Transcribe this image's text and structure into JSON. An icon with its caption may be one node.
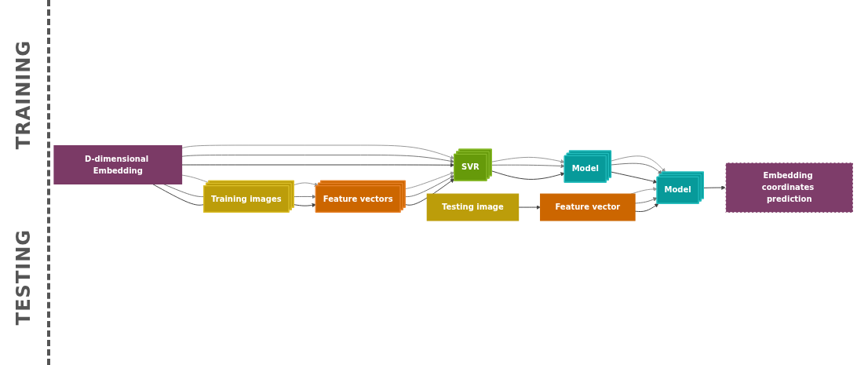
{
  "diagram": {
    "nodes": [
      {
        "text": [
          "D-dimensional Embedding"
        ]
      },
      {
        "text": [
          "Training images"
        ]
      },
      {
        "text": [
          "Feature vectors"
        ]
      },
      {
        "text": [
          "SVR"
        ]
      },
      {
        "text": [
          "Model"
        ]
      },
      {
        "text": [
          "Testing image"
        ]
      },
      {
        "text": [
          "Feature vector"
        ]
      },
      {
        "text": [
          "Model"
        ]
      },
      {
        "text": [
          "Embedding coordinates prediction"
        ]
      }
    ],
    "edges": [
      {
        "from": 0,
        "to": 1,
        "arrow": "none",
        "color": "#999999"
      },
      {
        "from": 0,
        "to": 1,
        "arrow": "none",
        "color": "#777777"
      },
      {
        "from": 0,
        "to": 1,
        "arrow": "none",
        "color": "#444444"
      },
      {
        "from": 1,
        "to": 2,
        "arrow": "to",
        "color": "#999999"
      },
      {
        "from": 1,
        "to": 2,
        "arrow": "to",
        "color": "#777777"
      },
      {
        "from": 1,
        "to": 2,
        "arrow": "to",
        "color": "#444444"
      },
      {
        "from": 0,
        "to": 3,
        "arrow": "to",
        "color": "#999999"
      },
      {
        "from": 0,
        "to": 3,
        "arrow": "to",
        "color": "#777777"
      },
      {
        "from": 0,
        "to": 3,
        "arrow": "to",
        "color": "#444444"
      },
      {
        "from": 2,
        "to": 3,
        "arrow": "to",
        "color": "#999999"
      },
      {
        "from": 2,
        "to": 3,
        "arrow": "to",
        "color": "#777777"
      },
      {
        "from": 2,
        "to": 3,
        "arrow": "to",
        "color": "#444444"
      },
      {
        "from": 3,
        "to": 4,
        "arrow": "to",
        "color": "#999999"
      },
      {
        "from": 3,
        "to": 4,
        "arrow": "to",
        "color": "#777777"
      },
      {
        "from": 3,
        "to": 4,
        "arrow": "to",
        "color": "#444444"
      },
      {
        "from": 4,
        "to": 7,
        "arrow": "to",
        "color": "#999999"
      },
      {
        "from": 4,
        "to": 7,
        "arrow": "to",
        "color": "#777777"
      },
      {
        "from": 4,
        "to": 7,
        "arrow": "to",
        "color": "#444444"
      },
      {
        "from": 5,
        "to": 6,
        "arrow": "to",
        "color": "#444444"
      },
      {
        "from": 6,
        "to": 7,
        "arrow": "to",
        "color": "#999999"
      },
      {
        "from": 6,
        "to": 7,
        "arrow": "to",
        "color": "#777777"
      },
      {
        "from": 6,
        "to": 7,
        "arrow": "to",
        "color": "#444444"
      },
      {
        "from": 7,
        "to": 8,
        "arrow": "to",
        "color": "#444444"
      }
    ],
    "labels": [
      "TRAINING",
      "TESTING"
    ]
  }
}
